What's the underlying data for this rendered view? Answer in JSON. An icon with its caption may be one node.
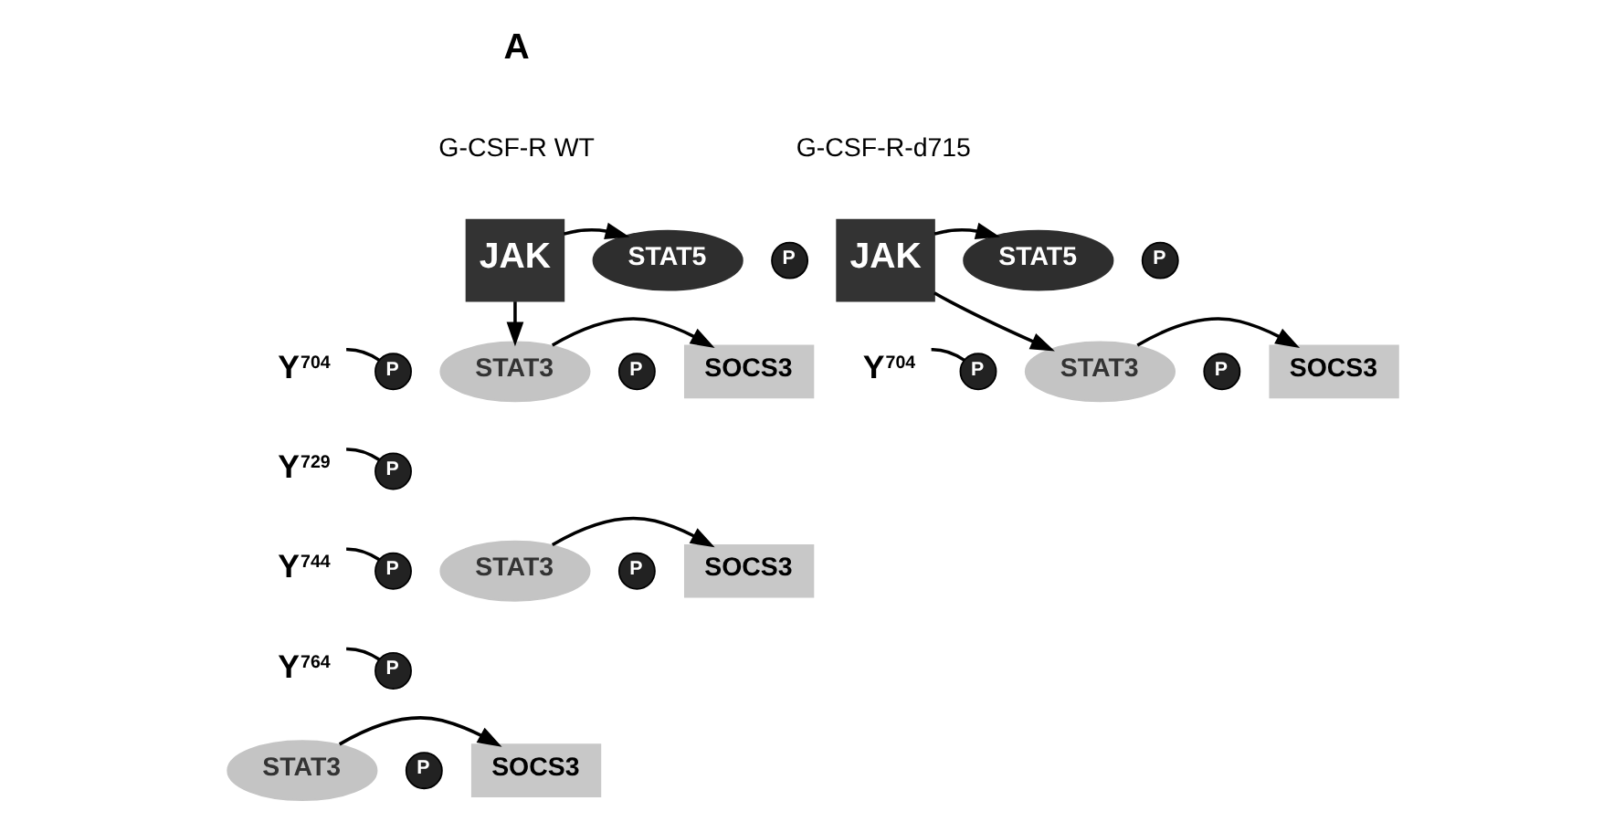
{
  "diagram": {
    "nodes": [
      {
        "text": [
          "JAK"
        ]
      },
      {
        "text": [
          "STAT5"
        ]
      },
      {
        "text": [
          "P"
        ]
      },
      {
        "text": [
          "Y$^{704}$"
        ]
      },
      {
        "text": [
          "P"
        ]
      },
      {
        "text": [
          "STAT3"
        ]
      },
      {
        "text": [
          "P"
        ]
      },
      {
        "text": [
          "SOCS3"
        ]
      },
      {
        "text": [
          "Y$^{729}$"
        ]
      },
      {
        "text": [
          "P"
        ]
      },
      {
        "text": [
          "Y$^{744}$"
        ]
      },
      {
        "text": [
          "P"
        ]
      },
      {
        "text": [
          "STAT3"
        ]
      },
      {
        "text": [
          "P"
        ]
      },
      {
        "text": [
          "SOCS3"
        ]
      },
      {
        "text": [
          "Y$^{764}$"
        ]
      },
      {
        "text": [
          "P"
        ]
      },
      {
        "text": [
          "STAT3"
        ]
      },
      {
        "text": [
          "P"
        ]
      },
      {
        "text": [
          "SOCS3"
        ]
      },
      {
        "text": [
          "JAK"
        ]
      },
      {
        "text": [
          "STAT5"
        ]
      },
      {
        "text": [
          "P"
        ]
      },
      {
        "text": [
          "Y$^{704}$"
        ]
      },
      {
        "text": [
          "P"
        ]
      },
      {
        "text": [
          "STAT3"
        ]
      },
      {
        "text": [
          "P"
        ]
      },
      {
        "text": [
          "SOCS3"
        ]
      }
    ],
    "edges": [
      {
        "from": 0,
        "to": 1,
        "arrow": "to"
      },
      {
        "from": 0,
        "to": 5,
        "arrow": "to"
      },
      {
        "from": 3,
        "to": 4,
        "arrow": "none"
      },
      {
        "from": 5,
        "to": 7,
        "arrow": "to"
      },
      {
        "from": 8,
        "to": 9,
        "arrow": "none"
      },
      {
        "from": 10,
        "to": 11,
        "arrow": "none"
      },
      {
        "from": 12,
        "to": 14,
        "arrow": "to"
      },
      {
        "from": 15,
        "to": 16,
        "arrow": "none"
      },
      {
        "from": 17,
        "to": 19,
        "arrow": "to"
      },
      {
        "from": 20,
        "to": 21,
        "arrow": "to"
      },
      {
        "from": 20,
        "to": 25,
        "arrow": "to"
      },
      {
        "from": 23,
        "to": 24,
        "arrow": "none"
      },
      {
        "from": 25,
        "to": 27,
        "arrow": "to"
      }
    ],
    "labels": [
      "A",
      "G-CSF-R WT",
      "G-CSF-R-d715"
    ]
  }
}
